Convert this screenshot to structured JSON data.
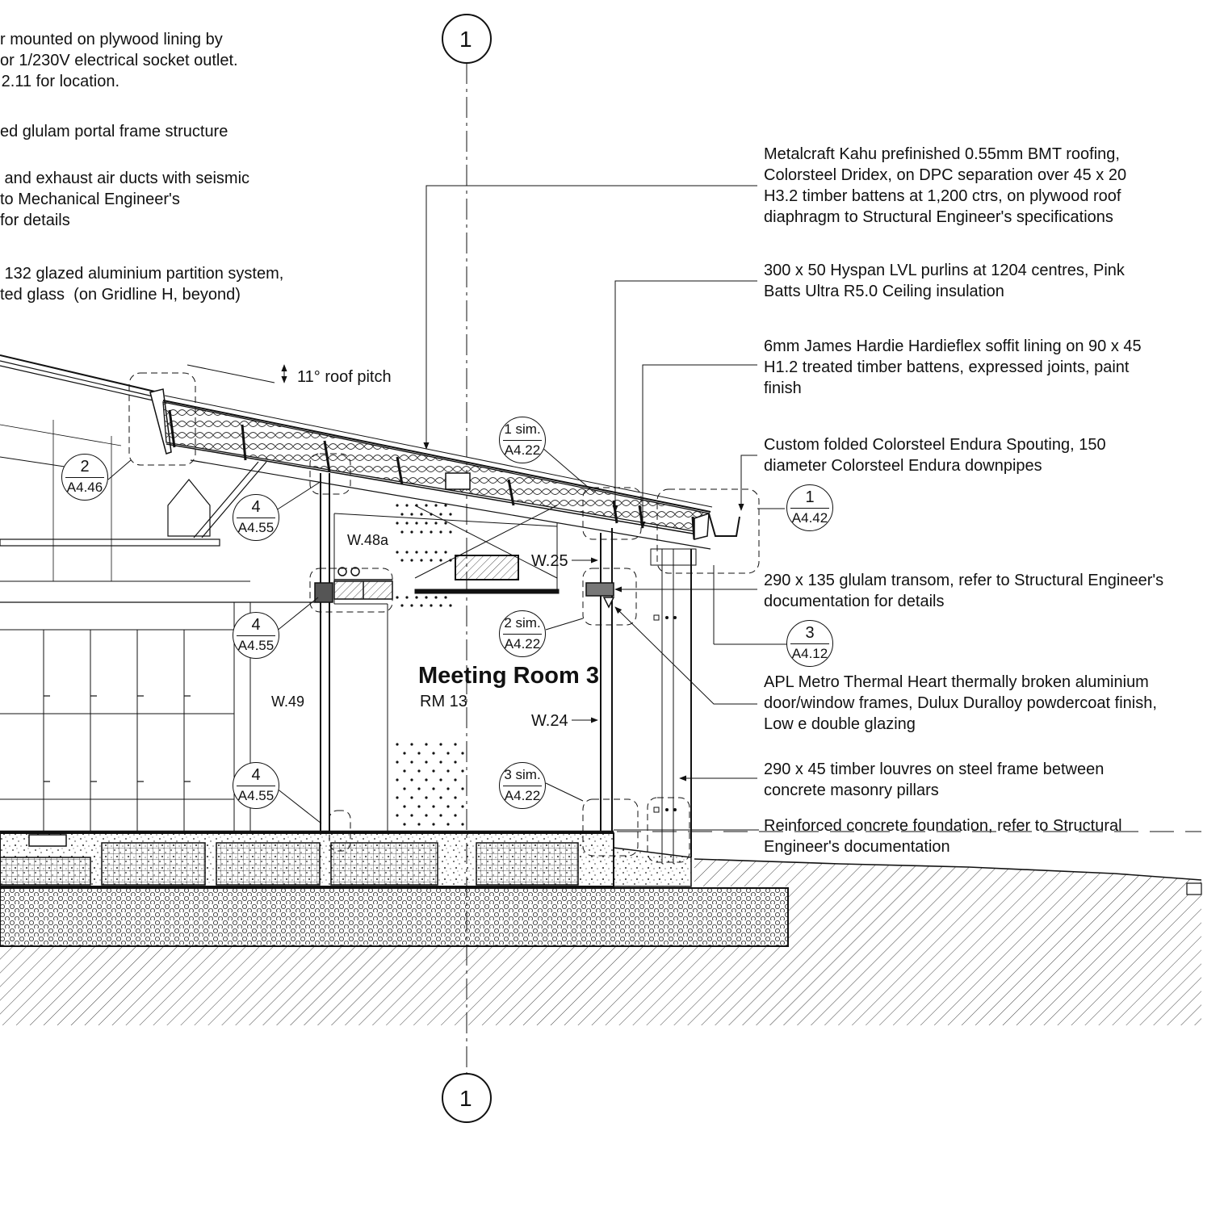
{
  "grid": {
    "top_label": "1",
    "bottom_label": "1"
  },
  "left_notes": {
    "n1": "r mounted on plywood lining by\nor 1/230V electrical socket outlet.\n 2.11 for location.",
    "n2": "ed glulam portal frame structure",
    "n3": " and exhaust air ducts with seismic\nto Mechanical Engineer's\nfor details",
    "n4": " 132 glazed aluminium partition system,\nted glass  (on Gridline H, beyond)"
  },
  "right_notes": {
    "roofing": "Metalcraft Kahu prefinished 0.55mm BMT roofing,\nColorsteel Dridex, on DPC separation over 45 x 20\nH3.2 timber battens at 1,200 ctrs, on plywood roof\ndiaphragm to Structural Engineer's specifications",
    "purlins": "300 x 50 Hyspan LVL purlins at 1204 centres, Pink\nBatts Ultra R5.0 Ceiling insulation",
    "soffit": "6mm James Hardie Hardieflex soffit lining on 90 x 45\nH1.2 treated timber battens, expressed joints, paint\nfinish",
    "spouting": "Custom folded Colorsteel Endura Spouting, 150\ndiameter Colorsteel Endura downpipes",
    "transom": "290 x 135 glulam transom, refer to Structural Engineer's\ndocumentation for details",
    "frames": "APL Metro Thermal Heart thermally broken aluminium\ndoor/window frames, Dulux Duralloy powdercoat finish,\nLow e double glazing",
    "louvres": "290 x 45 timber louvres on steel frame between\nconcrete masonry pillars",
    "foundation": "Reinforced concrete foundation, refer to Structural\nEngineer's documentation"
  },
  "roof_pitch": "11° roof pitch",
  "room": {
    "name": "Meeting Room 3",
    "number": "RM 13"
  },
  "windows": {
    "w48a": "W.48a",
    "w25": "W.25",
    "w49": "W.49",
    "w24": "W.24"
  },
  "detail_tags": {
    "t1": {
      "num": "2",
      "sheet": "A4.46"
    },
    "t2": {
      "num": "4",
      "sheet": "A4.55"
    },
    "t3": {
      "num": "4",
      "sheet": "A4.55"
    },
    "t4": {
      "num": "4",
      "sheet": "A4.55"
    },
    "t5": {
      "num": "1 sim.",
      "sheet": "A4.22"
    },
    "t6": {
      "num": "2 sim.",
      "sheet": "A4.22"
    },
    "t7": {
      "num": "3 sim.",
      "sheet": "A4.22"
    },
    "t8": {
      "num": "1",
      "sheet": "A4.42"
    },
    "t9": {
      "num": "3",
      "sheet": "A4.12"
    }
  }
}
